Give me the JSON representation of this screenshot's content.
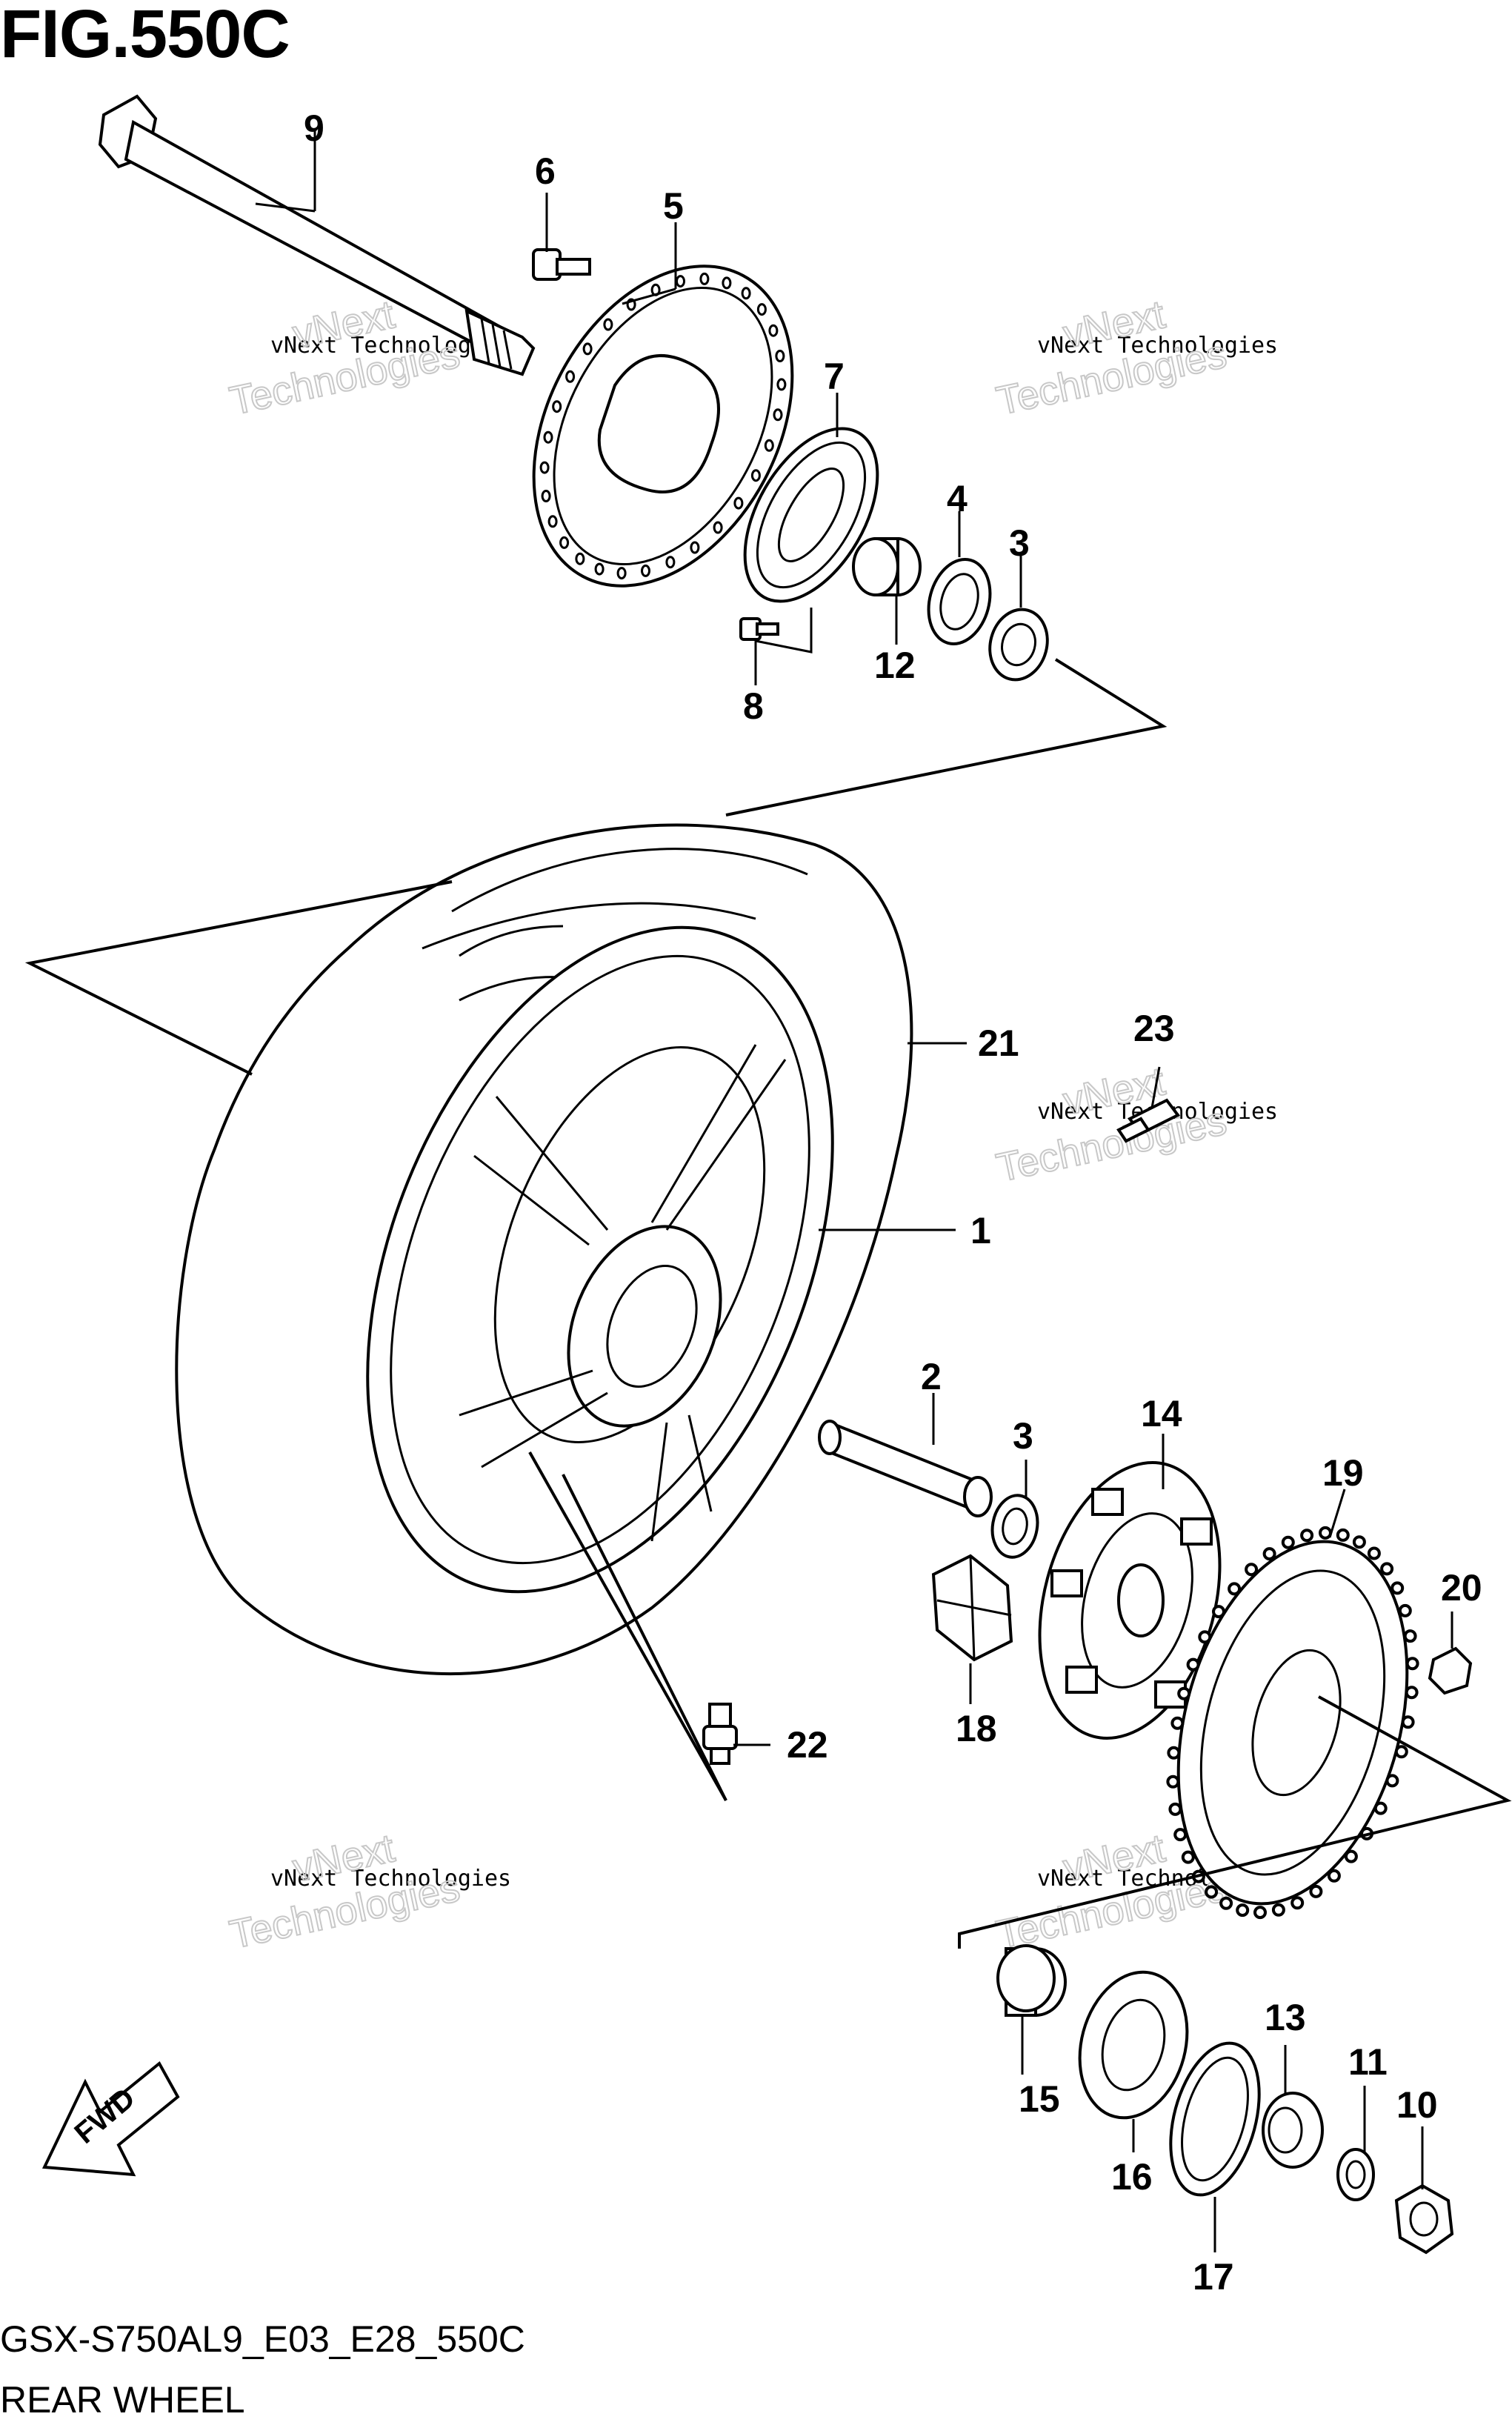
{
  "figure": {
    "title": "FIG.550C",
    "model_code": "GSX-S750AL9_E03_E28_550C",
    "name": "REAR WHEEL"
  },
  "watermark": {
    "line1": "vNext Technologies",
    "line2": "Technologies",
    "line3": "vNext"
  },
  "direction_label": "FWD",
  "callouts": [
    {
      "id": "c9",
      "label": "9"
    },
    {
      "id": "c6",
      "label": "6"
    },
    {
      "id": "c5",
      "label": "5"
    },
    {
      "id": "c7",
      "label": "7"
    },
    {
      "id": "c4",
      "label": "4"
    },
    {
      "id": "c3a",
      "label": "3"
    },
    {
      "id": "c12",
      "label": "12"
    },
    {
      "id": "c8",
      "label": "8"
    },
    {
      "id": "c21",
      "label": "21"
    },
    {
      "id": "c23",
      "label": "23"
    },
    {
      "id": "c1",
      "label": "1"
    },
    {
      "id": "c2",
      "label": "2"
    },
    {
      "id": "c3b",
      "label": "3"
    },
    {
      "id": "c14",
      "label": "14"
    },
    {
      "id": "c19",
      "label": "19"
    },
    {
      "id": "c20",
      "label": "20"
    },
    {
      "id": "c18",
      "label": "18"
    },
    {
      "id": "c22",
      "label": "22"
    },
    {
      "id": "c13",
      "label": "13"
    },
    {
      "id": "c11",
      "label": "11"
    },
    {
      "id": "c10",
      "label": "10"
    },
    {
      "id": "c15",
      "label": "15"
    },
    {
      "id": "c16",
      "label": "16"
    },
    {
      "id": "c17",
      "label": "17"
    }
  ]
}
